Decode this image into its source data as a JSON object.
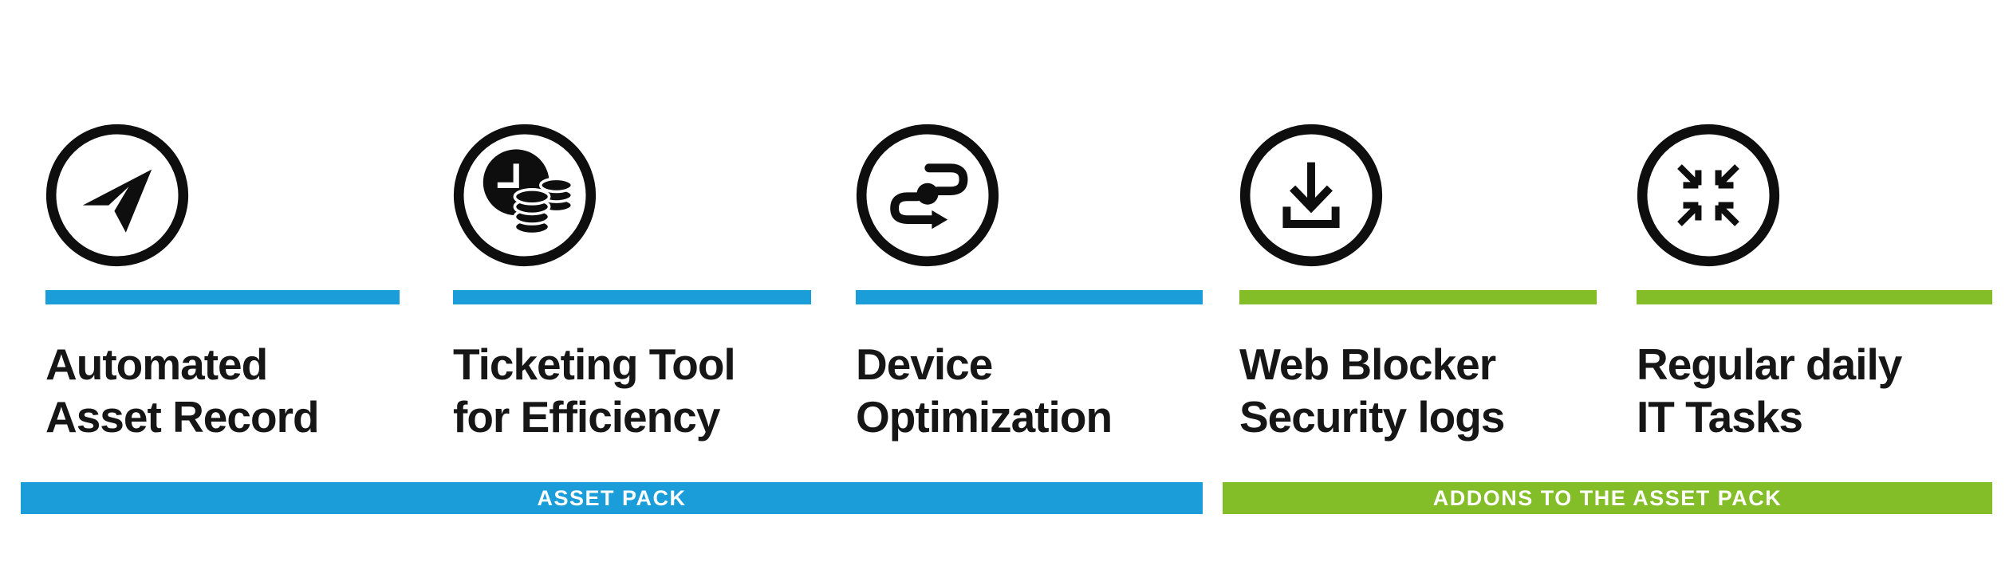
{
  "colors": {
    "blue": "#1A9DD9",
    "green": "#83BD28",
    "title_text": "#161616",
    "icon_ink": "#0E0E0E",
    "banner_text": "#FFFFFF",
    "background": "#FFFFFF"
  },
  "columns": [
    {
      "icon": "paper-plane-icon",
      "accent": "blue",
      "title_lines": [
        "Automated",
        "Asset Record"
      ]
    },
    {
      "icon": "clock-coins-icon",
      "accent": "blue",
      "title_lines": [
        "Ticketing Tool",
        "for Efficiency"
      ]
    },
    {
      "icon": "route-icon",
      "accent": "blue",
      "title_lines": [
        "Device",
        "Optimization"
      ]
    },
    {
      "icon": "download-icon",
      "accent": "green",
      "title_lines": [
        "Web Blocker",
        "Security logs"
      ]
    },
    {
      "icon": "collapse-arrows-icon",
      "accent": "green",
      "title_lines": [
        "Regular daily",
        "IT Tasks"
      ]
    }
  ],
  "groups": [
    {
      "label": "ASSET PACK",
      "accent": "blue"
    },
    {
      "label": "ADDONS TO THE ASSET PACK",
      "accent": "green"
    }
  ]
}
